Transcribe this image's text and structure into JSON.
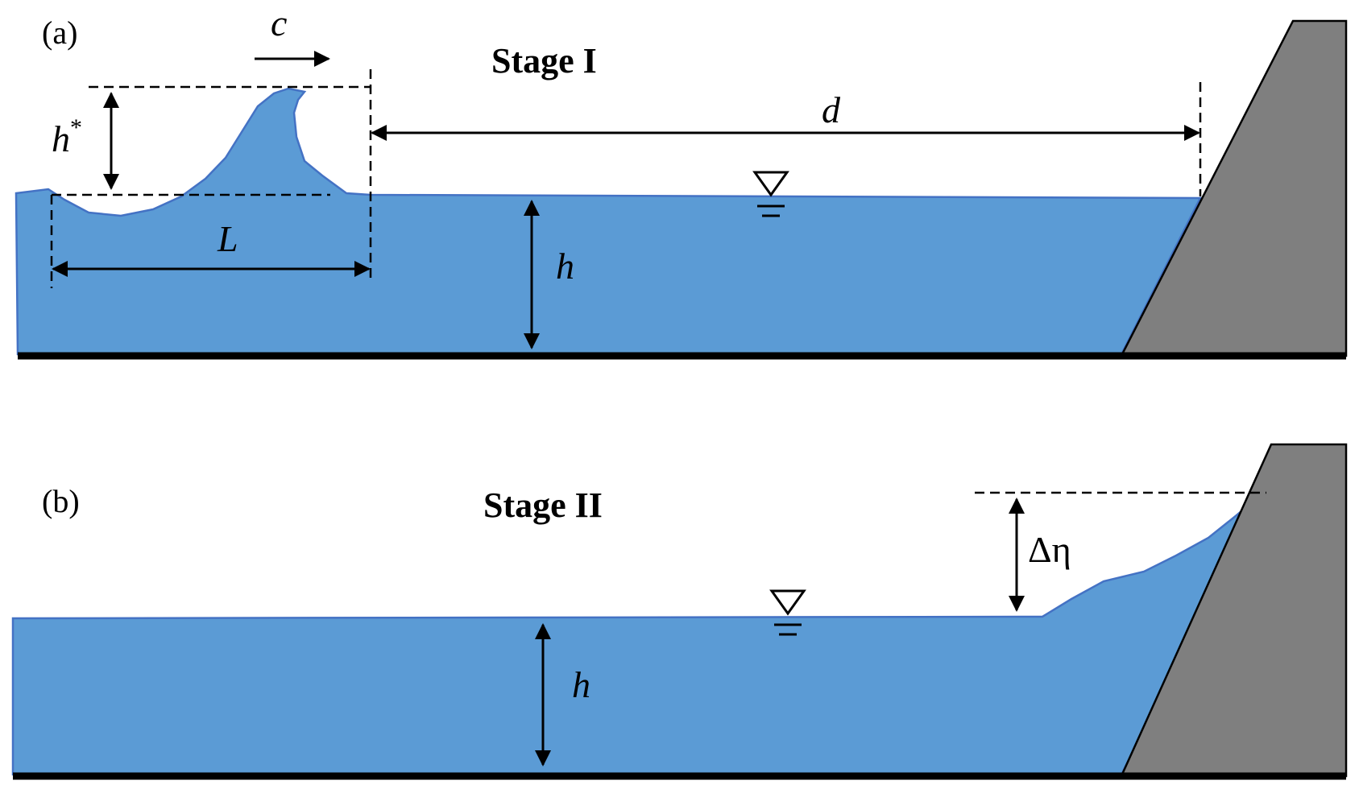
{
  "panel_a": {
    "label": "(a)",
    "stage": "Stage I",
    "symbols": {
      "wave_speed": "c",
      "wave_height": "h",
      "wave_height_sup": "*",
      "wave_length": "L",
      "distance": "d",
      "depth": "h"
    }
  },
  "panel_b": {
    "label": "(b)",
    "stage": "Stage II",
    "symbols": {
      "runup": "Δη",
      "depth": "h"
    }
  },
  "colors": {
    "water": "#5b9bd5",
    "water_edge": "#4472c4",
    "slope": "#7f7f7f",
    "ground": "#000000"
  }
}
